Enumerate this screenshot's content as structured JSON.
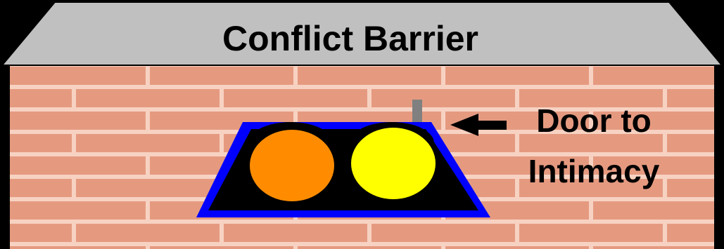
{
  "title": "Conflict Barrier",
  "door_label": {
    "line1": "Door to",
    "line2": "Intimacy"
  },
  "colors": {
    "background": "#000000",
    "roof": "#c0c0c0",
    "brick": "#e59a80",
    "mortar": "#f7d2c2",
    "door_outline": "#0000ff",
    "door_fill": "#000000",
    "left_circle": "#ff8c00",
    "right_circle": "#ffff00",
    "handle": "#808080",
    "text": "#000000"
  },
  "icons": {
    "arrow": "left-arrow-icon"
  }
}
